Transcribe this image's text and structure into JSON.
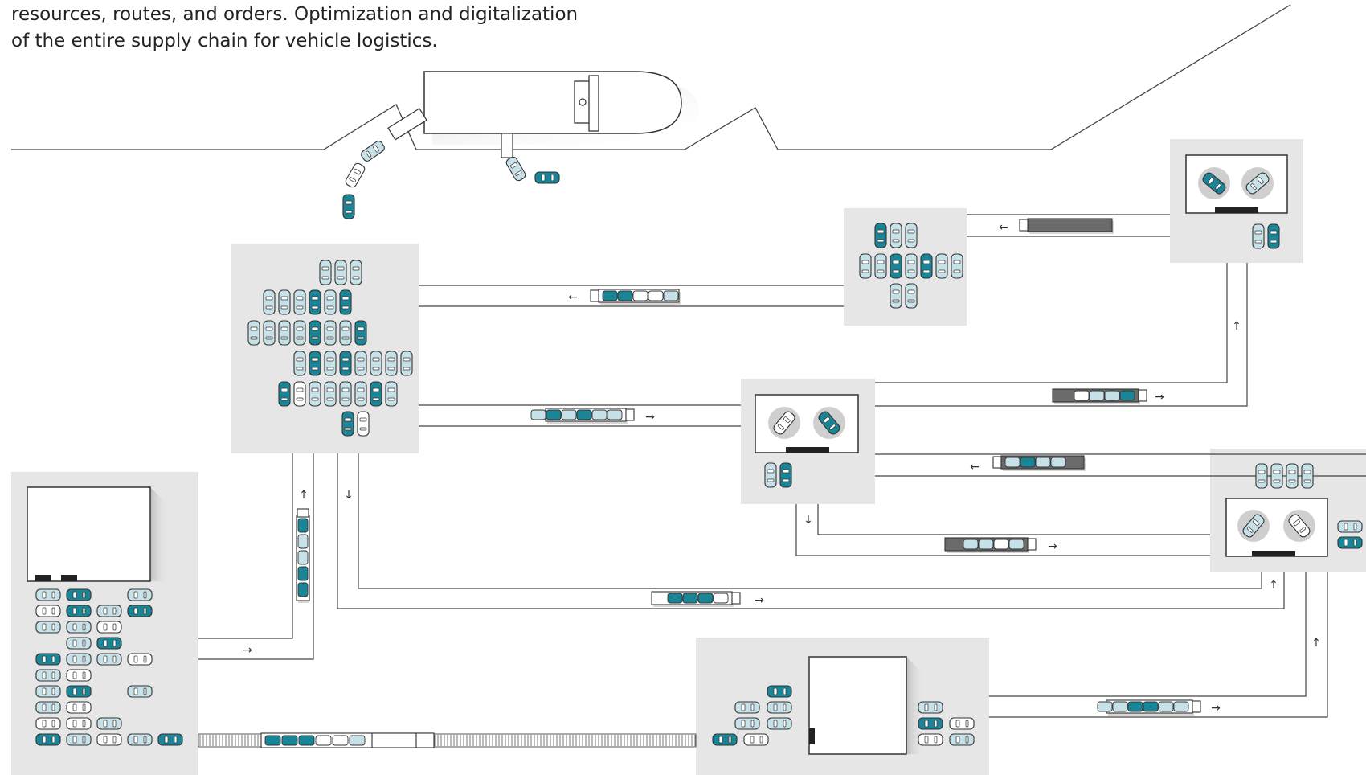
{
  "caption": {
    "line1": "resources, routes, and orders. Optimization and digitalization",
    "line2": "of the entire supply chain for vehicle logistics."
  },
  "colors": {
    "teal": "#1a8597",
    "light_blue": "#c7e1e9",
    "white_car": "#ffffff",
    "outline": "#333333",
    "zone_bg": "#e6e6e6",
    "route_line": "#444444",
    "truck_trailer_dark": "#6b6b6b"
  },
  "icons": {
    "arrow_left": "←",
    "arrow_right": "→",
    "arrow_up": "↑",
    "arrow_down": "↓"
  },
  "diagram": {
    "elements": [
      "coastline",
      "ship",
      "port-terminal",
      "compound-north-east",
      "processing-center-east",
      "workshop-center",
      "technical-center-east",
      "factory-warehouse",
      "distribution-center-south",
      "car-carrier-trucks",
      "freight-train"
    ]
  }
}
